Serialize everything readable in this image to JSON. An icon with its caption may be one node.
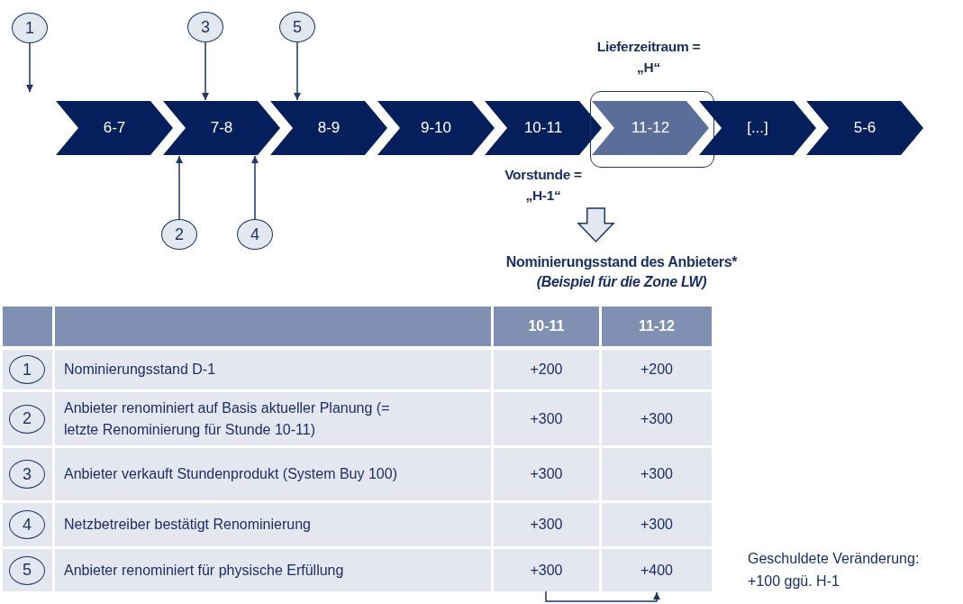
{
  "diagram": {
    "nodes": [
      {
        "text": [
          "1"
        ]
      },
      {
        "text": [
          "3"
        ]
      },
      {
        "text": [
          "5"
        ]
      },
      {
        "text": [
          "2"
        ]
      },
      {
        "text": [
          "4"
        ]
      },
      {
        "text": [
          "6-7"
        ]
      },
      {
        "text": [
          "7-8"
        ]
      },
      {
        "text": [
          "8-9"
        ]
      },
      {
        "text": [
          "9-10"
        ]
      },
      {
        "text": [
          "10-11"
        ],
        "beside": [
          "Vorstunde = „H-1“"
        ]
      },
      {
        "text": [
          "Lieferzeitraum = „H“"
        ]
      },
      {
        "text": [
          "11-12"
        ],
        "in": 10
      },
      {
        "text": [
          "[...]"
        ]
      },
      {
        "text": [
          "5-6"
        ]
      },
      {
        "text": [
          "Nominierungsstand des Anbieters*",
          "(Beispiel für die Zone LW)"
        ]
      },
      {
        "text": [
          "+300"
        ]
      },
      {
        "text": [
          "+400"
        ]
      },
      {
        "text": [
          "1"
        ]
      },
      {
        "text": [
          "2"
        ]
      },
      {
        "text": [
          "3"
        ]
      },
      {
        "text": [
          "4"
        ]
      },
      {
        "text": [
          "5"
        ]
      }
    ],
    "edges": [
      {
        "from": 0,
        "to": null,
        "arrow": "to"
      },
      {
        "from": 1,
        "to": 6,
        "arrow": "to"
      },
      {
        "from": 2,
        "to": 7,
        "arrow": "to"
      },
      {
        "from": 3,
        "to": 6,
        "arrow": "to"
      },
      {
        "from": 4,
        "to": 6,
        "arrow": "to"
      },
      {
        "from": null,
        "to": 14,
        "arrow": "to"
      },
      {
        "from": 15,
        "to": 16,
        "arrow": "to"
      }
    ],
    "labels": [
      "10-11",
      "11-12",
      "Nominierungsstand D-1",
      "+200",
      "+200",
      "Anbieter renominiert auf Basis aktueller Planung (= letzte Renominierung für Stunde 10-11)",
      "+300",
      "+300",
      "Anbieter verkauft Stundenprodukt (System Buy 100)",
      "+300",
      "+300",
      "Netzbetreiber bestätigt Renominierung",
      "+300",
      "+300",
      "Anbieter renominiert für physische Erfüllung",
      "Geschuldete Veränderung: +100 ggü. H-1"
    ]
  }
}
